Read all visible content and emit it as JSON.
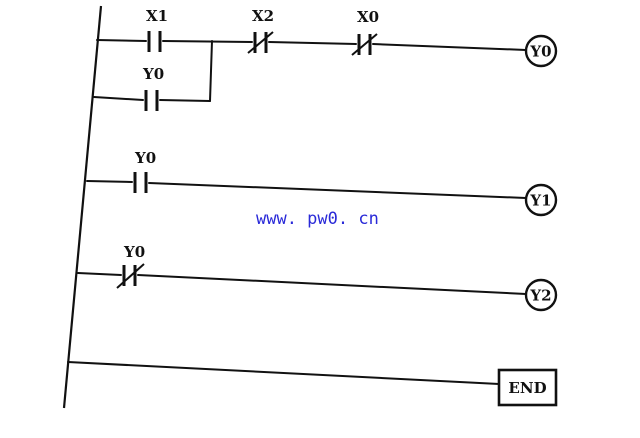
{
  "rungs": [
    {
      "contacts": [
        {
          "label": "X1",
          "type": "NO"
        },
        {
          "label": "Y0",
          "type": "NO",
          "parallel": true
        },
        {
          "label": "X2",
          "type": "NC"
        },
        {
          "label": "X0",
          "type": "NC"
        }
      ],
      "output": {
        "kind": "coil",
        "label": "Y0"
      }
    },
    {
      "contacts": [
        {
          "label": "Y0",
          "type": "NO"
        }
      ],
      "output": {
        "kind": "coil",
        "label": "Y1"
      }
    },
    {
      "contacts": [
        {
          "label": "Y0",
          "type": "NC"
        }
      ],
      "output": {
        "kind": "coil",
        "label": "Y2"
      }
    },
    {
      "contacts": [],
      "output": {
        "kind": "box",
        "label": "END"
      }
    }
  ],
  "watermark": "www. pw0. cn",
  "colors": {
    "ink": "#111111",
    "watermark": "#2a2ad8"
  }
}
